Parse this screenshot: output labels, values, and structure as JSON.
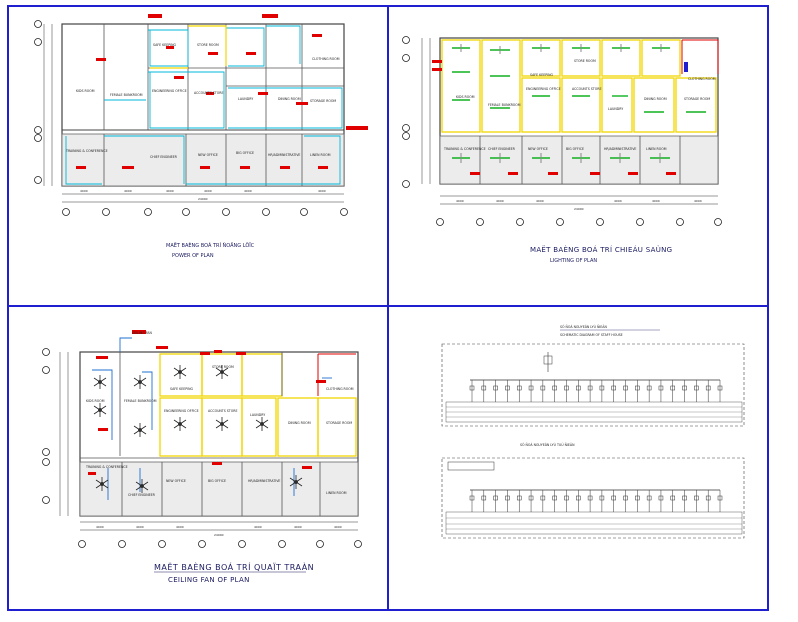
{
  "sheet": {
    "border_color": "#1f1fd0",
    "panels": {
      "power": {
        "title_vn": "MAËT BAÈNG BOÁ TRÍ ÑOÄNG LÖÏC",
        "title_en": "POWER OF PLAN",
        "rooms": [
          "KIDS ROOM",
          "FEMALE BUNKROOM",
          "SAFE KEEPING",
          "STORE ROOM",
          "ENGINEERING OFFICE",
          "ACCOUNTS STORE",
          "LAUNDRY",
          "DINING ROOM",
          "STORAGE ROOM",
          "CLOTHING ROOM",
          "TRAINING & CONFERENCE",
          "CHIEF ENGINEER",
          "NEW OFFICE",
          "BIG OFFICE",
          "HR/ADMINISTRATIVE",
          "LINEN ROOM"
        ]
      },
      "lighting": {
        "title_vn": "MAËT BAÈNG BOÁ TRÍ CHIEÁU SAÙNG",
        "title_en": "LIGHTING OF PLAN",
        "rooms": [
          "KIDS ROOM",
          "FEMALE BUNKROOM",
          "SAFE KEEPING",
          "STORE ROOM",
          "ENGINEERING OFFICE",
          "ACCOUNTS STORE",
          "LAUNDRY",
          "DINING ROOM",
          "STORAGE ROOM",
          "CLOTHING ROOM",
          "TRAINING & CONFERENCE",
          "CHIEF ENGINEER",
          "NEW OFFICE",
          "BIG OFFICE",
          "HR/ADMINISTRATIVE",
          "LINEN ROOM"
        ]
      },
      "fan": {
        "title_vn": "MAËT BAÈNG BOÁ TRÍ QUAÏT TRAÀN",
        "title_en": "CEILING FAN OF PLAN",
        "note": "CEILING FAN",
        "rooms": [
          "KIDS ROOM",
          "FEMALE BUNKROOM",
          "SAFE KEEPING",
          "STORE ROOM",
          "ENGINEERING OFFICE",
          "ACCOUNTS STORE",
          "LAUNDRY",
          "DINING ROOM",
          "STORAGE ROOM",
          "CLOTHING ROOM",
          "TRAINING & CONFERENCE",
          "CHIEF ENGINEER",
          "NEW OFFICE",
          "BIG OFFICE",
          "HR/ADMINISTRATIVE",
          "LINEN ROOM"
        ]
      },
      "schematic": {
        "title_top": "SÔ ÑOÀ NGUYEÂN LYÙ ÑIEÄN",
        "title_top_en": "SCHEMATIC DIAGRAM OF STAFF HOUSE",
        "title_bottom": "SÔ ÑOÀ NGUYEÂN LYÙ TUÛ ÑIEÄN"
      }
    },
    "dims": [
      "4000",
      "4000",
      "4000",
      "4000",
      "4000",
      "4000"
    ],
    "total_dim": "24000",
    "grid_letters": [
      "A",
      "B",
      "C",
      "D"
    ],
    "grid_numbers": [
      "1",
      "2",
      "3",
      "4",
      "5",
      "6",
      "7"
    ]
  }
}
